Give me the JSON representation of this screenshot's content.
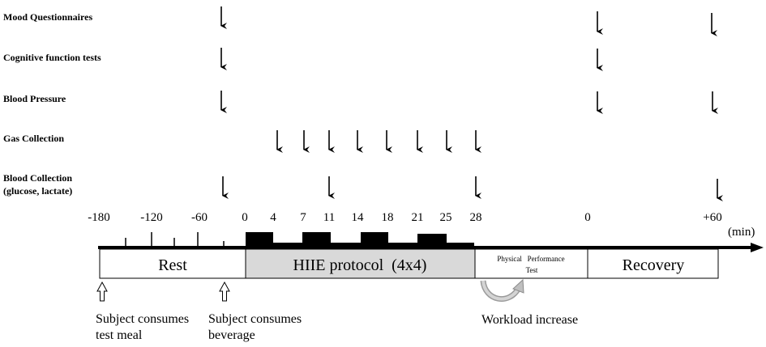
{
  "rows": [
    {
      "label": "Mood Questionnaires"
    },
    {
      "label": "Cognitive function tests"
    },
    {
      "label": "Blood Pressure"
    },
    {
      "label": "Gas Collection"
    },
    {
      "label": "Blood Collection",
      "label2": "(glucose, lactate)"
    }
  ],
  "timeline": {
    "rest_ticks": [
      "-180",
      "-120",
      "-60"
    ],
    "hiie_ticks": [
      "0",
      "4",
      "7",
      "11",
      "14",
      "18",
      "21",
      "25",
      "28"
    ],
    "recovery_ticks": [
      "0",
      "+60"
    ],
    "unit": "(min)"
  },
  "phases": {
    "rest": "Rest",
    "hiie": "HIIE protocol  (4x4)",
    "physical_line1": "Physical   Performance",
    "physical_line2": "Test",
    "recovery": "Recovery"
  },
  "notes": {
    "meal_line1": "Subject consumes",
    "meal_line2": "test meal",
    "beverage_line1": "Subject consumes",
    "beverage_line2": "beverage",
    "workload": "Workload increase"
  },
  "colors": {
    "ink": "#000000",
    "hiie_fill": "#d9d9d9",
    "curved_arrow": "#bfbfbf"
  }
}
